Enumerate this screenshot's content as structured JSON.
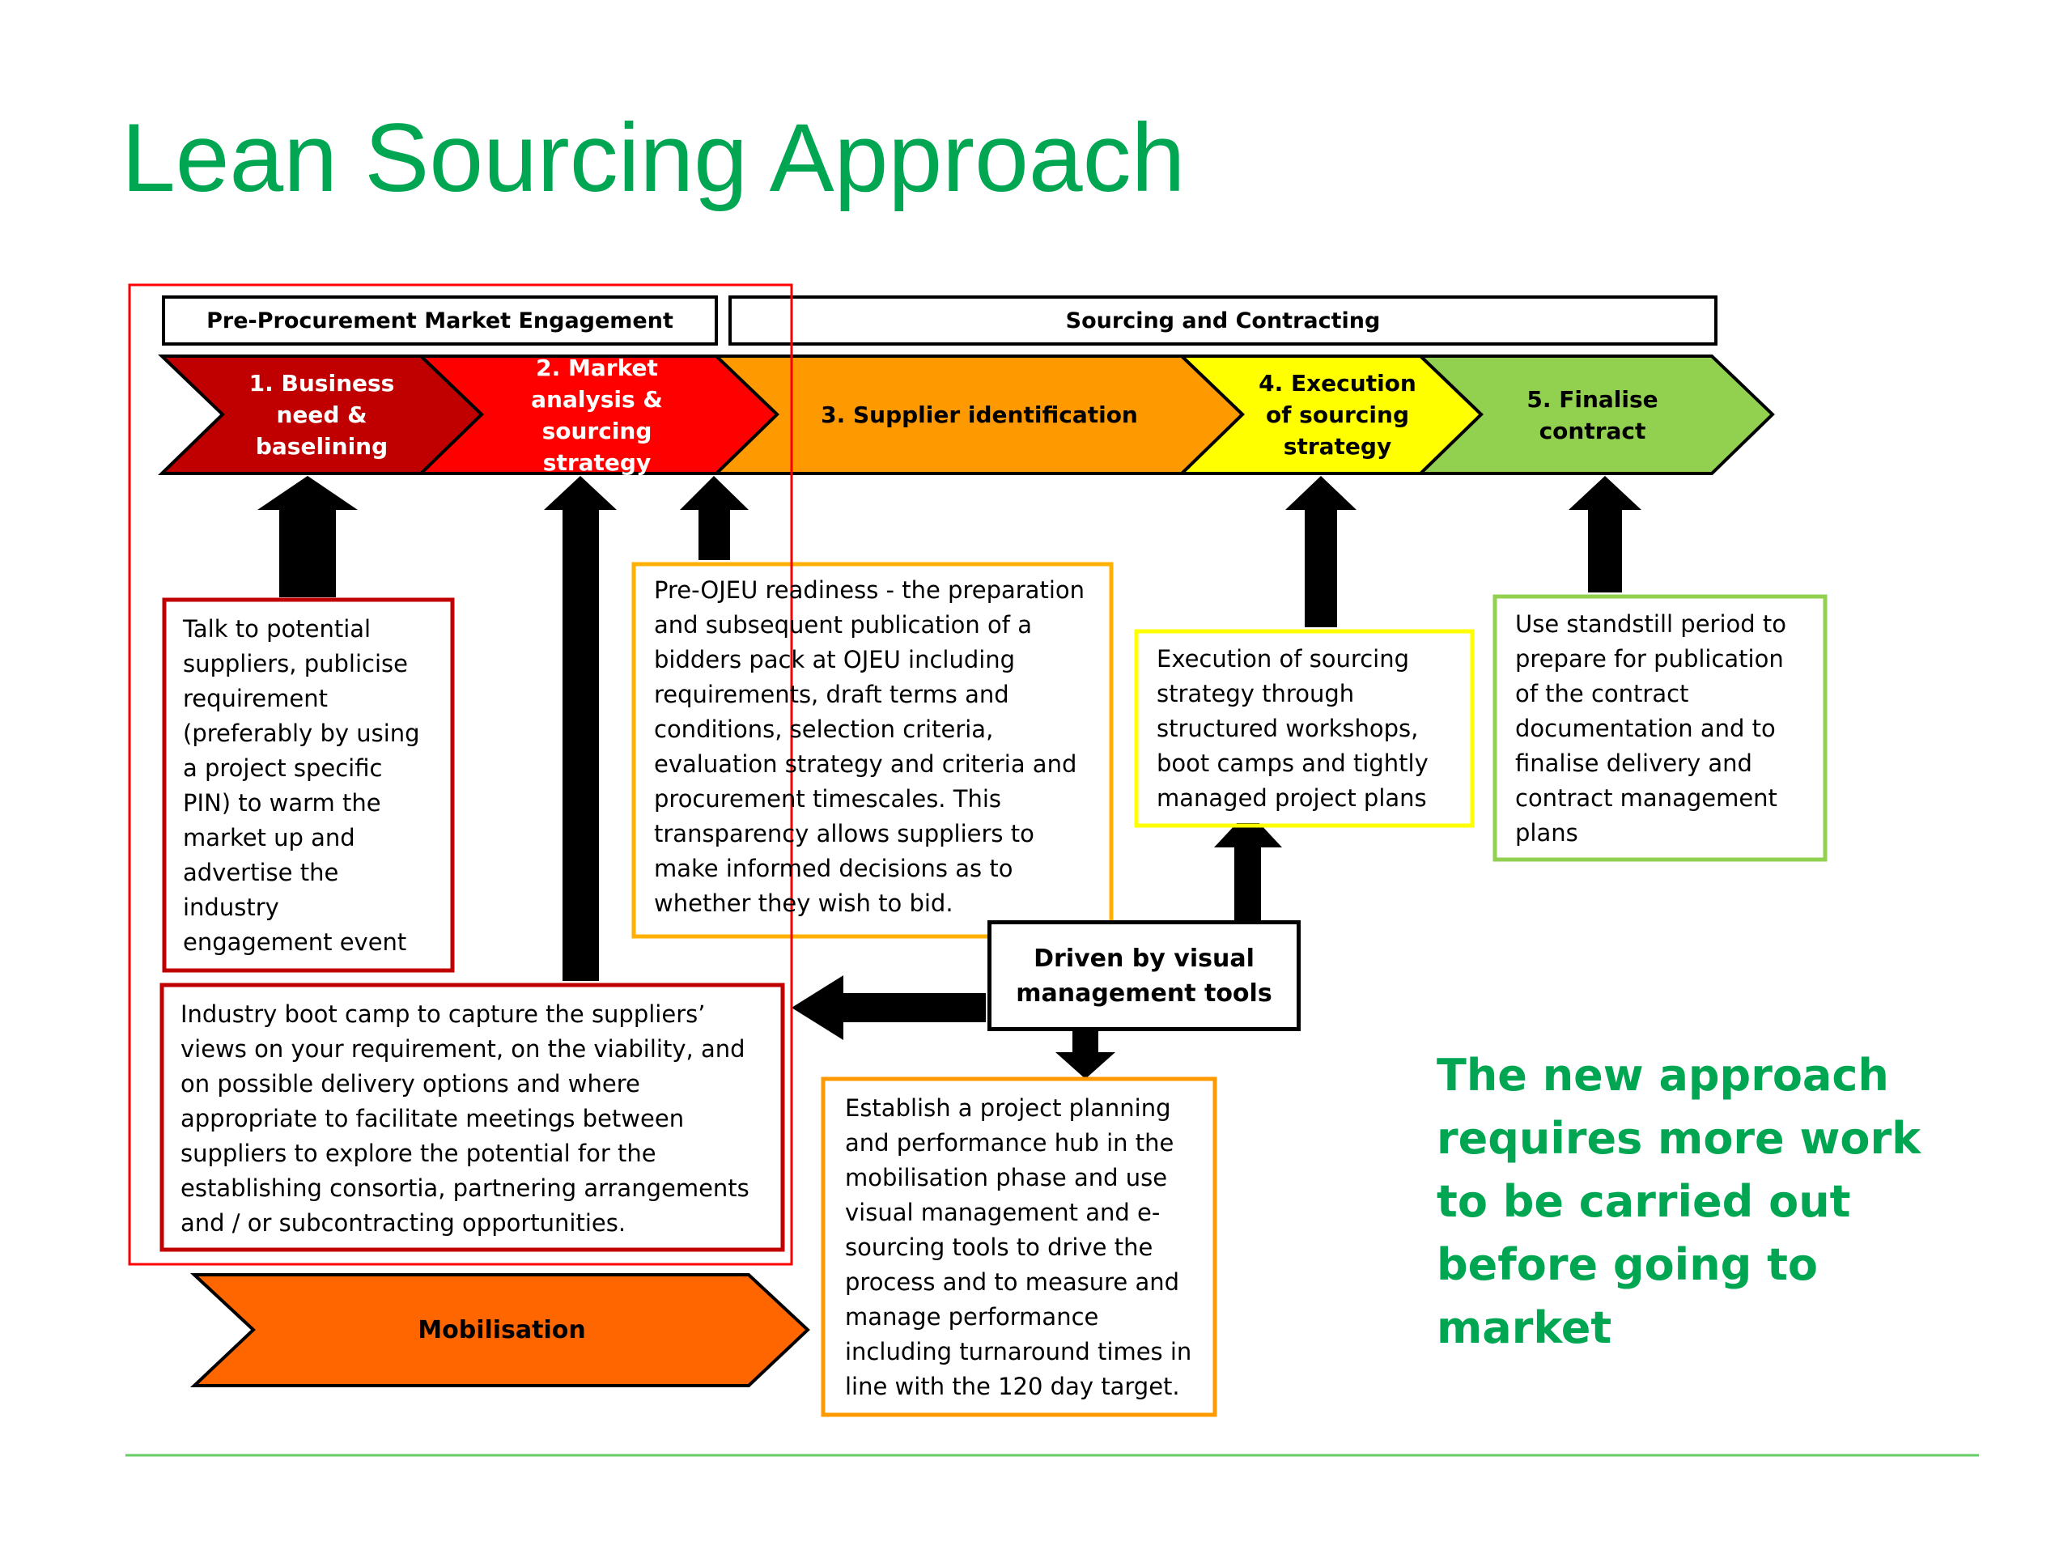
{
  "title": "Lean Sourcing Approach",
  "phases": {
    "pre_procurement": "Pre-Procurement Market Engagement",
    "sourcing_contracting": "Sourcing and Contracting"
  },
  "process": {
    "step1": "1. Business need & baselining",
    "step2": "2. Market analysis & sourcing strategy",
    "step3": "3. Supplier identification",
    "step4": "4. Execution of sourcing strategy",
    "step5": "5. Finalise contract"
  },
  "boxes": {
    "talk": "Talk to potential suppliers, publicise requirement (preferably by using a project specific PIN) to warm the market up and advertise the industry engagement event",
    "bootcamp": "Industry boot camp to capture the suppliers’ views on your requirement, on the viability, and on possible delivery options and where appropriate to facilitate meetings between suppliers to explore the potential for the establishing consortia, partnering arrangements and / or subcontracting opportunities.",
    "preojeu": "Pre-OJEU readiness - the preparation and subsequent publication of a bidders pack at OJEU including requirements, draft terms and conditions, selection criteria, evaluation strategy and criteria and procurement timescales. This transparency allows suppliers to make informed decisions as to whether they wish to bid.",
    "execution": "Execution of sourcing strategy through structured workshops, boot camps and tightly managed project plans",
    "standstill": "Use standstill period to prepare for publication of the contract documentation and to finalise delivery and contract management plans",
    "hub_text": "Establish a project planning and performance hub in the mobilisation phase and use visual management and e-sourcing tools to drive the process and to measure and manage performance including turnaround times in line with the 120 day target."
  },
  "driven_by": "Driven by visual management tools",
  "mobilisation": "Mobilisation",
  "conclusion": "The new approach requires more work to be carried out before going to market",
  "colors": {
    "title_green": "#00A651",
    "step1": "#C00000",
    "step2": "#FF0000",
    "step3": "#FF9900",
    "step4": "#FFFF00",
    "step5": "#92D050",
    "mobilisation": "#FF6600",
    "highlight_red": "#FF0000",
    "rule_green": "#66CC66"
  }
}
